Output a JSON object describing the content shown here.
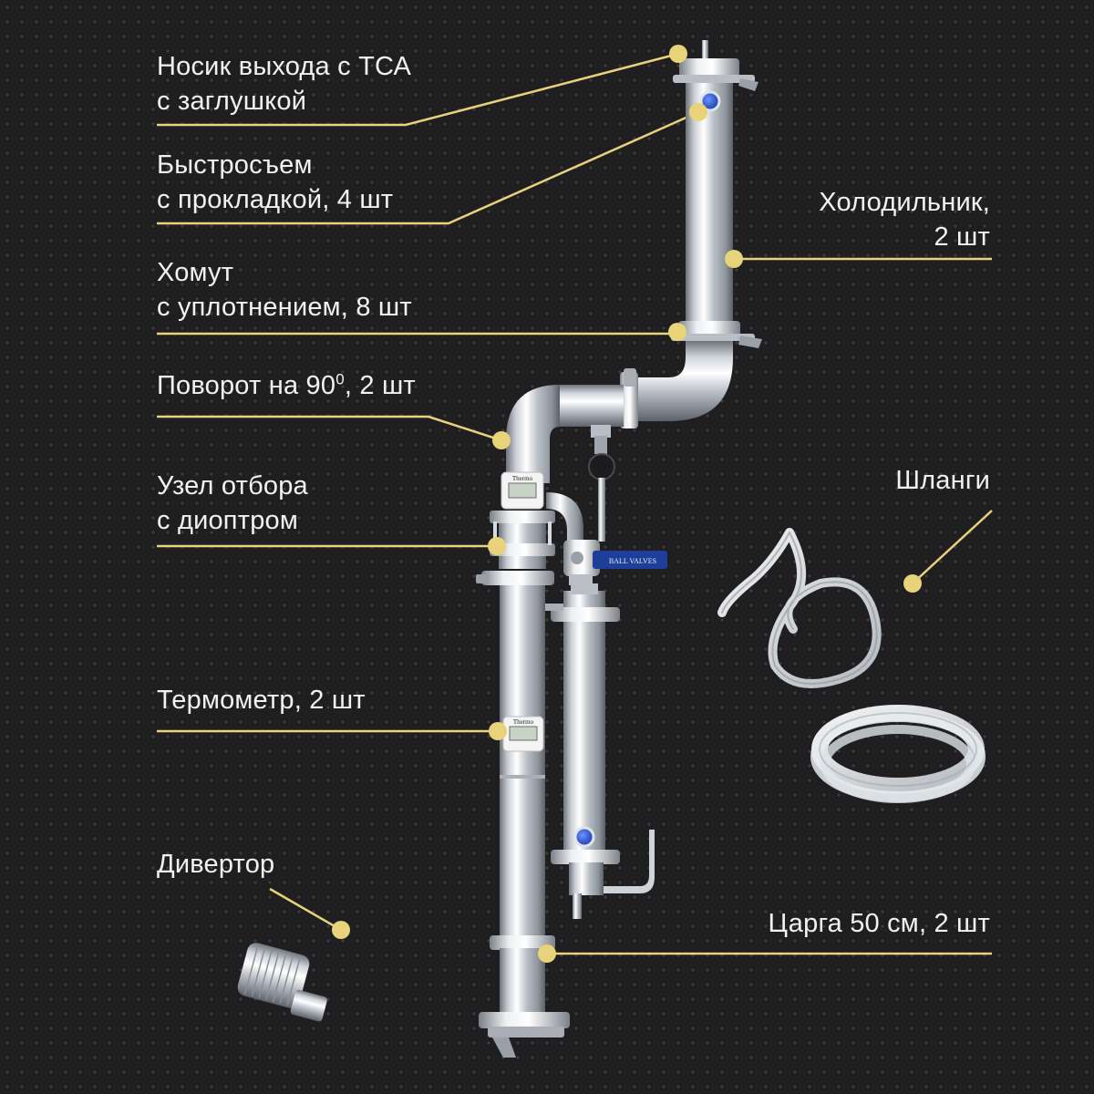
{
  "labels": {
    "nosik": {
      "line1": "Носик выхода с ТСА",
      "line2": "с заглушкой"
    },
    "bystrosyem": {
      "line1": "Быстросъем",
      "line2": "с прокладкой, 4 шт"
    },
    "homut": {
      "line1": "Хомут",
      "line2": "с уплотнением, 8 шт"
    },
    "povorot": {
      "line1": "Поворот на 90",
      "sup": "0",
      "line1_end": ", 2 шт"
    },
    "uzel": {
      "line1": "Узел отбора",
      "line2": "с диоптром"
    },
    "termometr": {
      "line1": "Термометр, 2 шт"
    },
    "divertor": {
      "line1": "Дивертор"
    },
    "holodilnik": {
      "line1": "Холодильник,",
      "line2": "2 шт"
    },
    "shlangi": {
      "line1": "Шланги"
    },
    "tsarga": {
      "line1": "Царга 50 см, 2 шт"
    }
  },
  "product_text": {
    "thermo_brand": "Thermo",
    "valve_brand": "BALL VALVES"
  },
  "colors": {
    "background": "#1f1f21",
    "accent": "#e8d27a",
    "text": "#f2f2f2",
    "valve_handle": "#1d3f9a",
    "connector_blue": "#2a5bd7"
  }
}
